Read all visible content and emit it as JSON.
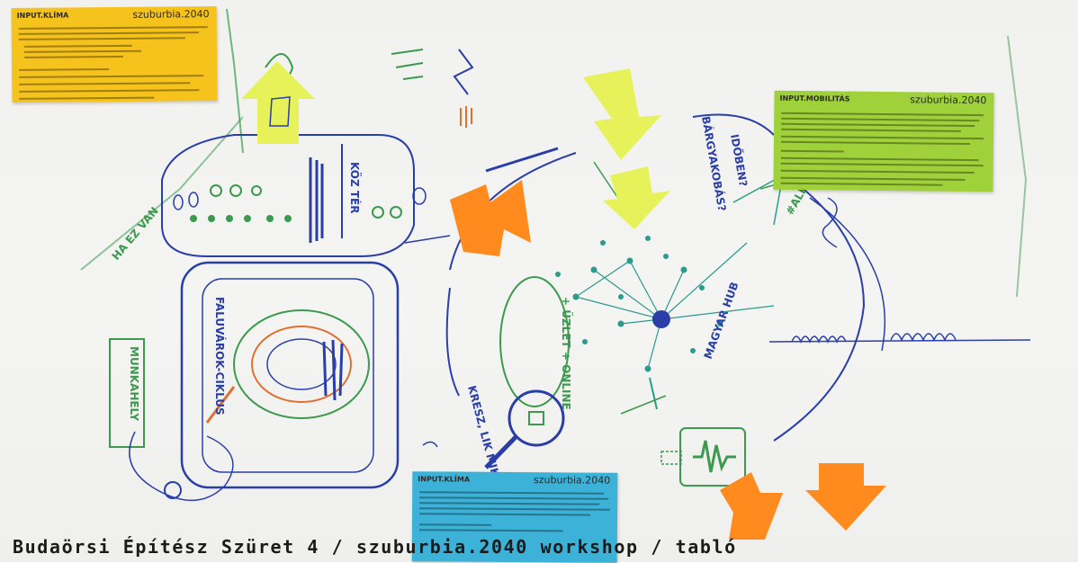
{
  "photo": {
    "caption": "Budaörsi Építész Szüret 4 / szuburbia.2040 workshop / tabló"
  },
  "cards": {
    "klima_top": {
      "title": "INPUT.KLÍMA",
      "brand": "szuburbia.2040"
    },
    "mobilitas": {
      "title": "INPUT.MOBILITÁS",
      "brand": "szuburbia.2040"
    },
    "klima_bottom": {
      "title": "INPUT.KLÍMA",
      "brand": "szuburbia.2040"
    }
  },
  "colors": {
    "yellow_card": "#f6c21c",
    "green_card": "#9fd13a",
    "blue_card": "#3cb2d8",
    "sticky_lime": "#e7f25a",
    "sticky_orange": "#ff8a1e",
    "marker_blue": "#2a3ea8",
    "marker_green": "#3b9a4d",
    "marker_teal": "#2a9b8c"
  }
}
